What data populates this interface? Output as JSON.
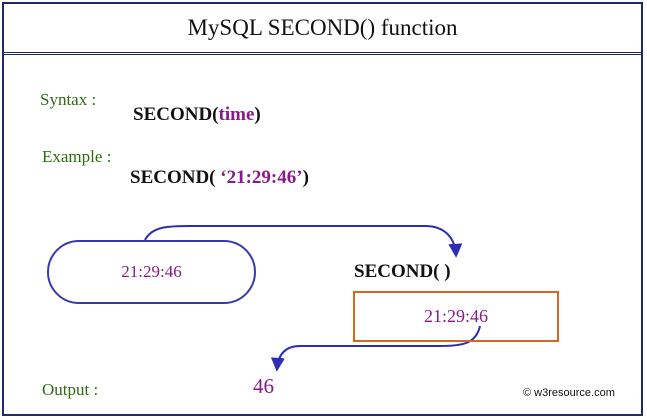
{
  "title": "MySQL  SECOND() function",
  "syntax": {
    "label": "Syntax :",
    "fn": "SECOND(",
    "arg": "time",
    "close": ")"
  },
  "example": {
    "label": "Example :",
    "fn": "SECOND( ",
    "arg": "‘21:29:46’",
    "close": ")"
  },
  "input_value": "21:29:46",
  "function_label": "SECOND(  )",
  "result": {
    "prefix": "21:29:",
    "highlight": "46"
  },
  "output": {
    "label": "Output :",
    "value": "46"
  },
  "credit": "© w3resource.com",
  "colors": {
    "border": "#1f2a6b",
    "label_green": "#2e6b10",
    "value_purple": "#8a1a8a",
    "arrow_blue": "#2d2db5",
    "box_orange": "#d2691e"
  }
}
